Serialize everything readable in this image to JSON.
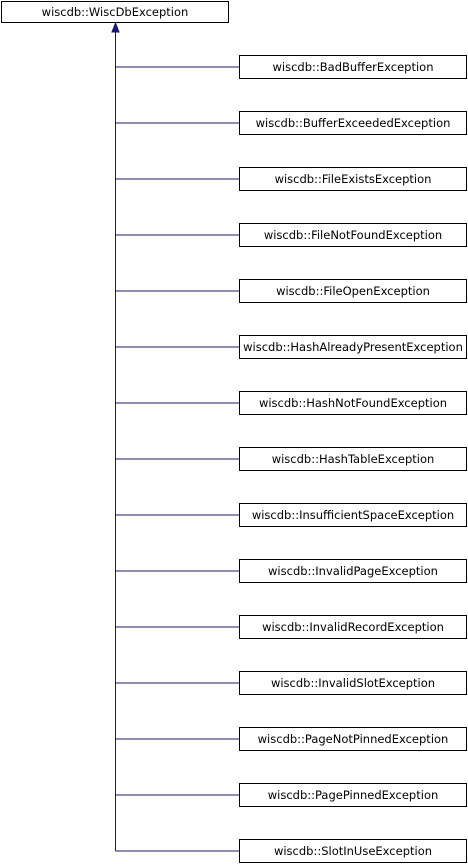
{
  "diagram": {
    "base_class": {
      "label": "wiscdb::WiscDbException",
      "fill": "#ffffff"
    },
    "derived_fill": "#ffffff",
    "edge_color": "#191970",
    "derived_classes": [
      "wiscdb::BadBufferException",
      "wiscdb::BufferExceededException",
      "wiscdb::FileExistsException",
      "wiscdb::FileNotFoundException",
      "wiscdb::FileOpenException",
      "wiscdb::HashAlreadyPresentException",
      "wiscdb::HashNotFoundException",
      "wiscdb::HashTableException",
      "wiscdb::InsufficientSpaceException",
      "wiscdb::InvalidPageException",
      "wiscdb::InvalidRecordException",
      "wiscdb::InvalidSlotException",
      "wiscdb::PageNotPinnedException",
      "wiscdb::PagePinnedException",
      "wiscdb::SlotInUseException"
    ]
  }
}
